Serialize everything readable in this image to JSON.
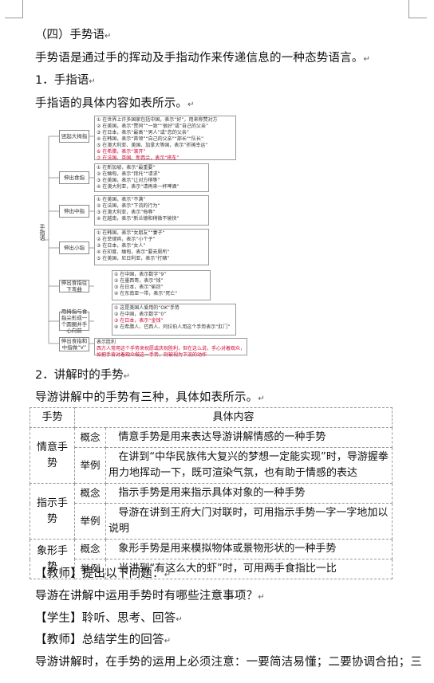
{
  "sec4_title": "（四）手势语",
  "intro": "手势语是通过手的挥动及手指动作来传递信息的一种态势语言。",
  "h1": "1．手指语",
  "h1_desc": "手指语的具体内容如表所示。",
  "diagram": {
    "root": "手指语",
    "branches": [
      {
        "label": "竖起大拇指",
        "items": [
          "① 在世界上许多国家包括中国，表示“好”，用来称赞对方",
          "② 在美国，表示“赞同”“一致”“很好”或“自己的父亲”",
          "③ 在日本，表示“最高”“男人”或“您的父亲”",
          "④ 在韩国，表示“首领”“自己的父亲”“部长”“队长”",
          "⑤ 在澳大利亚、美国、加拿大等国，表示“祈祷幸运”",
          "⑥ 在希腊，表示“滚开”",
          "⑦ 在法国、英国、新西兰，表示“搭车”"
        ],
        "red": [
          5,
          6
        ]
      },
      {
        "label": "伸出食指",
        "items": [
          "① 在新加坡，表示“最重要”",
          "② 在缅甸，表示“拜托”“请求”",
          "③ 在美国，表示“让对方稍等”",
          "④ 在澳大利亚，表示“请再来一杯啤酒”"
        ],
        "red": []
      },
      {
        "label": "伸出中指",
        "items": [
          "① 在美国，表示“不满”",
          "② 在法国，表示“下流的行为”",
          "③ 在澳大利亚，表示“侮辱”",
          "④ 在越南，表示“新兰德和稍微不愉快”"
        ],
        "red": []
      },
      {
        "label": "伸出小指",
        "items": [
          "① 在韩国，表示“女朋友”“妻子”",
          "② 在菲律宾，表示“小个子”",
          "③ 在日本，表示“女人”",
          "④ 在印度、缅甸，表示“要去厕所”",
          "⑤ 在美国，尼日利亚，表示“打赌”"
        ],
        "red": []
      },
      {
        "label": "伸出食指往下弯曲",
        "items": [
          "① 在中国，表示数字“9”",
          "② 在墨西哥，表示“钱”",
          "③ 在日本，表示“偷窃”",
          "④ 在东南亚一带，表示“死亡”"
        ],
        "red": []
      },
      {
        "label": "用拇指与食指尖形成一个圆圈并手心向前",
        "items": [
          "① 这是美国人爱用的“OK”手势",
          "② 在中国，表示数字“0”",
          "③ 在日本，表示“金钱”",
          "④ 在希腊人、巴西人、阿拉伯人用这个手势表示“肛门”"
        ],
        "red": [
          2
        ]
      },
      {
        "label": "伸出食指和中指做“V”",
        "items": [
          "表示胜利",
          "西方人常用这个手势来祝愿或庆祝胜利，但在这么说，手心对着观众，如把手背对着观众做这一手势，则被视为下流的动作"
        ],
        "red": []
      }
    ]
  },
  "h2": "2．讲解时的手势",
  "h2_desc": "导游讲解中的手势有三种，具体如表所示。",
  "table": {
    "header": [
      "手势",
      "具体内容"
    ],
    "groups": [
      {
        "name": "情意手势",
        "concept_label": "概念",
        "concept": "情意手势是用来表达导游讲解情感的一种手势",
        "example_label": "举例",
        "example": "在讲到“中华民族伟大复兴的梦想一定能实现”时，导游握拳用力地挥动一下，既可渲染气氛，也有助于情感的表达"
      },
      {
        "name": "指示手势",
        "concept_label": "概念",
        "concept": "指示手势是用来指示具体对象的一种手势",
        "example_label": "举例",
        "example": "导游在讲到王府大门对联时，可用指示手势一字一字地加以说明"
      },
      {
        "name": "象形手势",
        "concept_label": "概念",
        "concept": "象形手势是用来模拟物体或景物形状的一种手势",
        "example_label": "举例",
        "example": "当讲到“有这么大的虾”时，可用两手食指比一比"
      }
    ]
  },
  "teacher1": "【教师】提出以下问题：",
  "question": "导游在讲解中运用手势时有哪些注意事项？",
  "student": "【学生】聆听、思考、回答",
  "teacher2": "【教师】总结学生的回答",
  "last": "导游讲解时，在手势的运用上必须注意：一要简洁易懂；二要协调合拍；三"
}
